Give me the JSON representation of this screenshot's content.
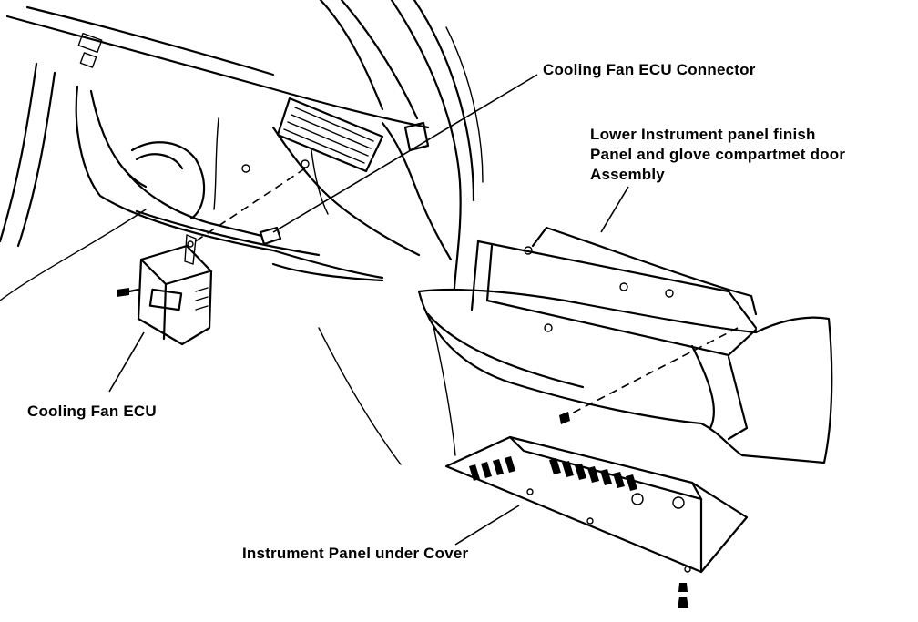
{
  "labels": {
    "ecu_connector": "Cooling Fan ECU Connector",
    "lower_panel_line1": "Lower Instrument panel finish",
    "lower_panel_line2": "Panel and glove compartmet door",
    "lower_panel_line3": "Assembly",
    "ecu": "Cooling Fan ECU",
    "under_cover": "Instrument Panel under Cover"
  }
}
